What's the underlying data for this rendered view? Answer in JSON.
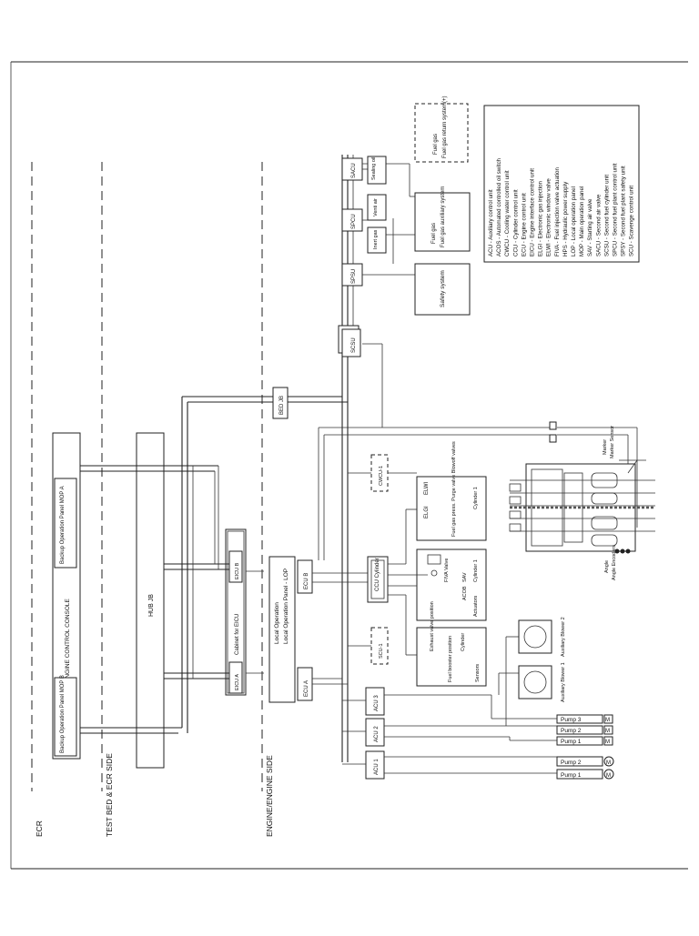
{
  "zones": {
    "ecr": "ECR",
    "test_bed": "TEST BED & ECR SIDE",
    "engine_side": "ENGINE/ENGINE SIDE"
  },
  "console": {
    "title": "ENGINE CONTROL CONSOLE",
    "mop_a": "Backup Operation Panel MOP A",
    "mop_b": "Backup Operation Panel MOP B"
  },
  "hub": "HUB JB",
  "cabinet": {
    "title": "Cabinet for EICU",
    "eicu_a": "EICU A",
    "eicu_b": "EICU B"
  },
  "bed_jb": "BED JB",
  "lop": {
    "title": "Local Operation Panel - LOP",
    "ecu_a": "ECU A",
    "ecu_b": "ECU B"
  },
  "units": {
    "sacu": "SACU",
    "spcu": "SPCU",
    "spsu": "SPSU",
    "scsu": "SCSU",
    "cwcu": "CWCU-1",
    "scu": "SCU-1",
    "ccu": "CCU Cylinder",
    "acu1": "ACU 1",
    "acu2": "ACU 2",
    "acu3": "ACU 3"
  },
  "systems": {
    "sealing_oil": "Sealing oil",
    "vent_air": "Venti air",
    "inert_gas": "Inert gas",
    "fuel_gas_aux": "Fuel gas auxiliary system",
    "safety": "Safety system",
    "fuel_gas_return": "Fuel gas return system(+)"
  },
  "cylinder_boxes": {
    "elgi": "ELGI",
    "elwi": "ELWI",
    "gas_box": "Fuel gas press. Purge valve Blowoff valves",
    "cyl1": "Cylinder 1",
    "fiva": "FIVA Valve",
    "acob": "ACOB",
    "sav": "SAV",
    "actuators": "Actuators",
    "cyl1b": "Cylinder 1",
    "exh": "Exhaust valve position",
    "fuel_booster": "Fuel booster position",
    "cylinder": "Cylinder",
    "sensors": "Sensors"
  },
  "blowers": {
    "b1": "Auxiliary Blower 1",
    "b2": "Auxiliary Blower 2"
  },
  "pumps": {
    "p1a": "Pump 1",
    "p2a": "Pump 2",
    "p3a": "Pump 3",
    "p1b": "Pump 1",
    "p2b": "Pump 2",
    "m": "M"
  },
  "engine": {
    "marker": "Marker Sensor",
    "angle": "Angle Encoders"
  },
  "legend": [
    "ACU - Auxiliary control unit",
    "ACOS - Automated controlled oil switch",
    "CWCU - Cooling water control unit",
    "CCU - Cylinder control unit",
    "ECU - Engine control unit",
    "EICU - Engine interface control unit",
    "ELGI - Electronic gas injection",
    "ELWI - Electronic window valve",
    "FIVA - Fuel injection valve actuation",
    "HPS - Hydraulic power supply",
    "LOP - Local operation panel",
    "MOP - Main operation panel",
    "SAV - Starting air valve",
    "SACU - Second air valve",
    "SCSU - Second fuel cylinder unit",
    "SPCU - Second fuel plant control unit",
    "SPSY - Second fuel plant safety unit",
    "SCU - Scavenge control unit"
  ]
}
